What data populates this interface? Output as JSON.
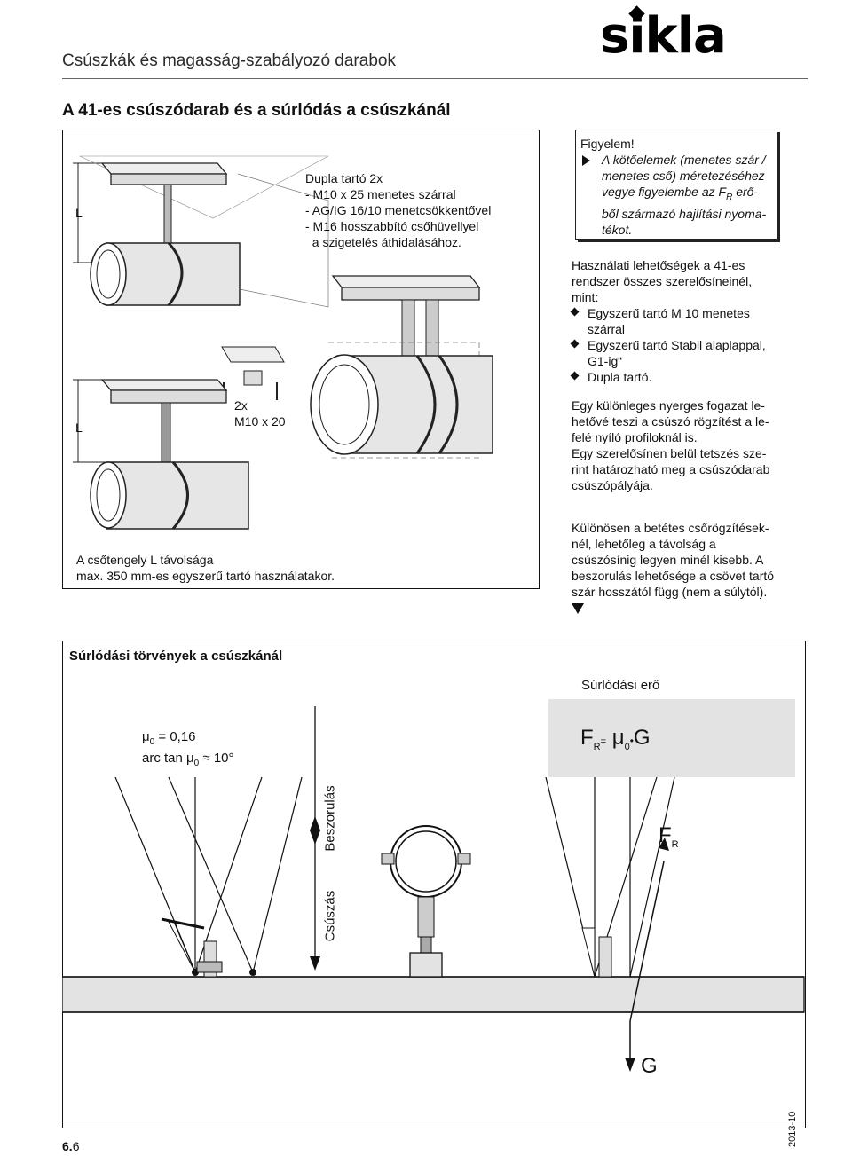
{
  "header": {
    "title": "Csúszkák és magasság-szabályozó darabok",
    "logo": "sikla"
  },
  "section_title": "A 41-es  csúszódarab és a súrlódás a csúszkánál",
  "figure1": {
    "dim_label_top": "L",
    "dim_label_bottom": "L",
    "double_bracket": {
      "title": "Dupla tartó 2x",
      "lines": [
        "- M10 x 25 menetes szárral",
        "- AG/IG 16/10 menetcsökkentővel",
        "- M16 hosszabbító csőhüvellyel",
        "  a szigetelés áthidalásához."
      ]
    },
    "bolt_label_1": "2x",
    "bolt_label_2": "M10 x 20",
    "caption_1": "A csőtengely L távolsága",
    "caption_2": "max. 350 mm-es egyszerű tartó használatakor."
  },
  "warning": {
    "title": "Figyelem!",
    "line1": "A kötőelemek (menetes szár /",
    "line2": "menetes cső) méretezéséhez",
    "line3a": "vegye figyelembe az F",
    "line3sub": "R",
    "line3b": " erő-",
    "line4": "ből származó hajlítási nyoma-",
    "line5": "tékot."
  },
  "usage": {
    "intro1": "Használati lehetőségek a 41-es",
    "intro2": "rendszer összes szerelősíneinél,",
    "intro3": "mint:",
    "items": [
      [
        "Egyszerű tartó M 10 menetes",
        "szárral"
      ],
      [
        "Egyszerű tartó Stabil alaplappal,",
        "G1-ig“"
      ],
      [
        "Dupla tartó."
      ]
    ]
  },
  "para1": [
    "Egy különleges nyerges fogazat le-",
    "hetővé teszi a csúszó rögzítést a le-",
    "felé nyíló profiloknál is.",
    "Egy szerelősínen belül tetszés sze-",
    "rint határozható meg a csúszódarab",
    "csúszópályája."
  ],
  "para2": [
    "Különösen a betétes csőrögzítések-",
    "nél, lehetőleg a távolság a",
    "csúszósínig legyen minél kisebb. A",
    "beszorulás lehetősége a csövet tartó",
    "szár hosszától függ (nem a súlytól)."
  ],
  "friction": {
    "title": "Súrlódási törvények a csúszkánál",
    "force_title": "Súrlódási erő",
    "mu_line1": "μ",
    "mu_sub": "0",
    "mu_val": " = 0,16",
    "arc_line": "arc tan μ",
    "arc_sub": "0",
    "arc_approx": "≈",
    "arc_val": "10°",
    "label_jam": "Beszorulás",
    "label_slide": "Csúszás",
    "formula_F": "F",
    "formula_R": "R",
    "formula_eq": "=",
    "formula_mu": "μ",
    "formula_0": "0",
    "formula_dot": "•",
    "formula_G": "G",
    "fr_F": "F",
    "fr_R": "R",
    "g_label": "G"
  },
  "footer": {
    "page_bold": "6.",
    "page_num": "6",
    "date": "2013-10"
  }
}
